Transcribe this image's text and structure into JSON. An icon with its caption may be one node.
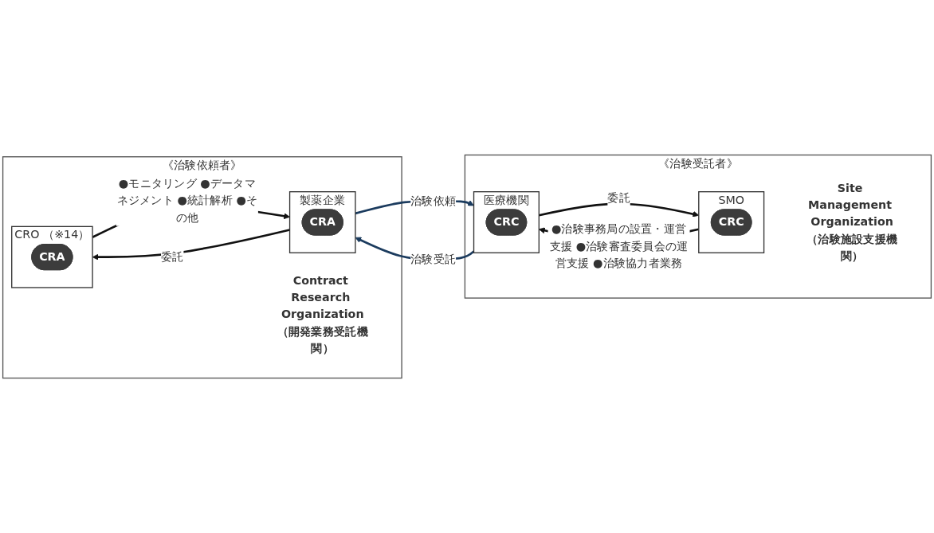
{
  "diagram": {
    "nodes": [
      {
        "text": [
          "《治験受託者》"
        ]
      },
      {
        "text": [
          "医療機関"
        ],
        "in": 0
      },
      {
        "text": [
          "CRC"
        ],
        "in": 1
      },
      {
        "text": [
          "SMO"
        ],
        "in": 0,
        "beside": [
          "Site Management Organization",
          "（治験施設支援機関）"
        ]
      },
      {
        "text": [
          "CRC"
        ],
        "in": 3
      },
      {
        "text": [
          "《治験依頼者》"
        ]
      },
      {
        "text": [
          "製薬企業"
        ],
        "in": 5
      },
      {
        "text": [
          "CRA"
        ],
        "in": 6
      },
      {
        "text": [
          "CRO",
          "（※14）"
        ],
        "in": 5,
        "beside": [
          "Contract Research Organization",
          "（開発業務受託機関）"
        ]
      },
      {
        "text": [
          "CRA"
        ],
        "in": 8
      }
    ],
    "edges": [
      {
        "from": 6,
        "to": 1,
        "arrow": "to",
        "label": "治験依頼",
        "color": "#1b3b5e"
      },
      {
        "from": 1,
        "to": 6,
        "arrow": "to",
        "label": "治験受託",
        "color": "#1b3b5e"
      },
      {
        "from": 1,
        "to": 3,
        "arrow": "to",
        "label": "委託"
      },
      {
        "from": 3,
        "to": 1,
        "arrow": "to",
        "label": "●治験事務局の設置・運営支援 ●治験審査委員会の運営支援 ●治験協力者業務"
      },
      {
        "from": 6,
        "to": 8,
        "arrow": "to",
        "label": "委託"
      },
      {
        "from": 8,
        "to": 6,
        "arrow": "to",
        "label": "●モニタリング ●データマネジメント ●統計解析 ●その他"
      }
    ]
  }
}
